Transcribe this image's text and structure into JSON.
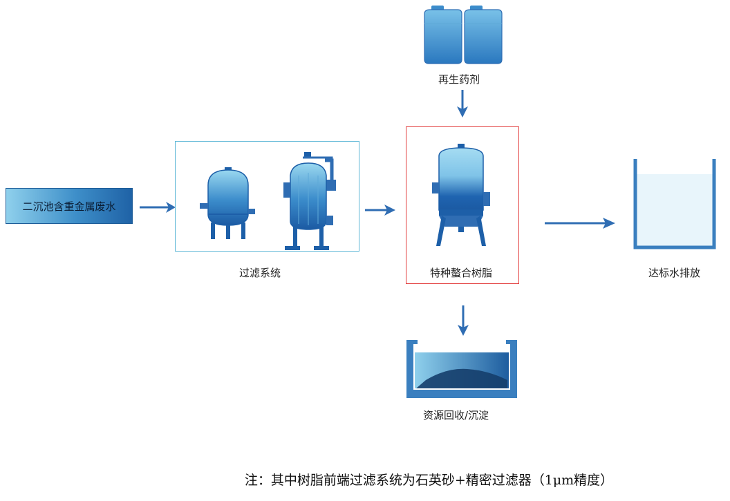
{
  "nodes": {
    "input": "二沉池含重金属废水",
    "filter": "过滤系统",
    "regen": "再生药剂",
    "resin": "特种螯合树脂",
    "output": "达标水排放",
    "recovery": "资源回收/沉淀"
  },
  "note": "注：其中树脂前端过滤系统为石英砂+精密过滤器（1μm精度）",
  "colors": {
    "arrow": "#2f6db3",
    "tank_light": "#8fd3ee",
    "tank_dark": "#1d5fa8",
    "filter_border": "#5cb6d6",
    "resin_border": "#e23b3b"
  }
}
